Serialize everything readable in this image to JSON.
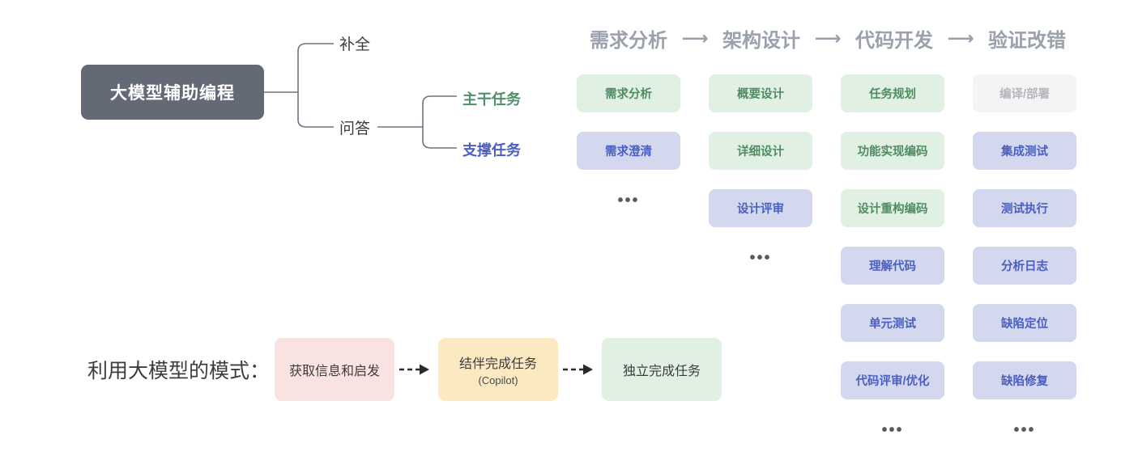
{
  "mindmap": {
    "root": "大模型辅助编程",
    "branches": [
      {
        "label": "补全"
      },
      {
        "label": "问答"
      }
    ],
    "leaves": [
      {
        "label": "主干任务",
        "color": "#4f9068"
      },
      {
        "label": "支撑任务",
        "color": "#4a5fc1"
      }
    ]
  },
  "pipeline": {
    "arrow": "⟶",
    "stages": [
      {
        "label": "需求分析"
      },
      {
        "label": "架构设计"
      },
      {
        "label": "代码开发"
      },
      {
        "label": "验证改错"
      }
    ],
    "ellipsis": "•••",
    "columns": [
      {
        "stage": "需求分析",
        "cards": [
          {
            "label": "需求分析",
            "type": "green"
          },
          {
            "label": "需求澄清",
            "type": "blue"
          }
        ],
        "more": true
      },
      {
        "stage": "架构设计",
        "cards": [
          {
            "label": "概要设计",
            "type": "green"
          },
          {
            "label": "详细设计",
            "type": "green"
          },
          {
            "label": "设计评审",
            "type": "blue"
          }
        ],
        "more": true
      },
      {
        "stage": "代码开发",
        "cards": [
          {
            "label": "任务规划",
            "type": "green"
          },
          {
            "label": "功能实现编码",
            "type": "green"
          },
          {
            "label": "设计重构编码",
            "type": "green"
          },
          {
            "label": "理解代码",
            "type": "blue"
          },
          {
            "label": "单元测试",
            "type": "blue"
          },
          {
            "label": "代码评审/优化",
            "type": "blue"
          }
        ],
        "more": true
      },
      {
        "stage": "验证改错",
        "cards": [
          {
            "label": "编译/部署",
            "type": "gray"
          },
          {
            "label": "集成测试",
            "type": "blue"
          },
          {
            "label": "测试执行",
            "type": "blue"
          },
          {
            "label": "分析日志",
            "type": "blue"
          },
          {
            "label": "缺陷定位",
            "type": "blue"
          },
          {
            "label": "缺陷修复",
            "type": "blue"
          }
        ],
        "more": true
      }
    ]
  },
  "modes": {
    "title": "利用大模型的模式：",
    "items": [
      {
        "label": "获取信息和启发",
        "sub": "",
        "type": "pink"
      },
      {
        "label": "结伴完成任务",
        "sub": "(Copilot)",
        "type": "yellow"
      },
      {
        "label": "独立完成任务",
        "sub": "",
        "type": "green"
      }
    ]
  },
  "colors": {
    "root_box": "#636a76",
    "card_green_bg": "#e0f0e2",
    "card_green_text": "#4f8c63",
    "card_blue_bg": "#d3d8ef",
    "card_blue_text": "#4a5fc1",
    "card_gray_bg": "#f4f4f5",
    "card_gray_text": "#b3b6bc",
    "header_text": "#9aa1ad",
    "mode_pink": "#f8e3e1",
    "mode_yellow": "#fbe9c2",
    "mode_green": "#e0f0e2",
    "connector_line": "#6d7480"
  }
}
